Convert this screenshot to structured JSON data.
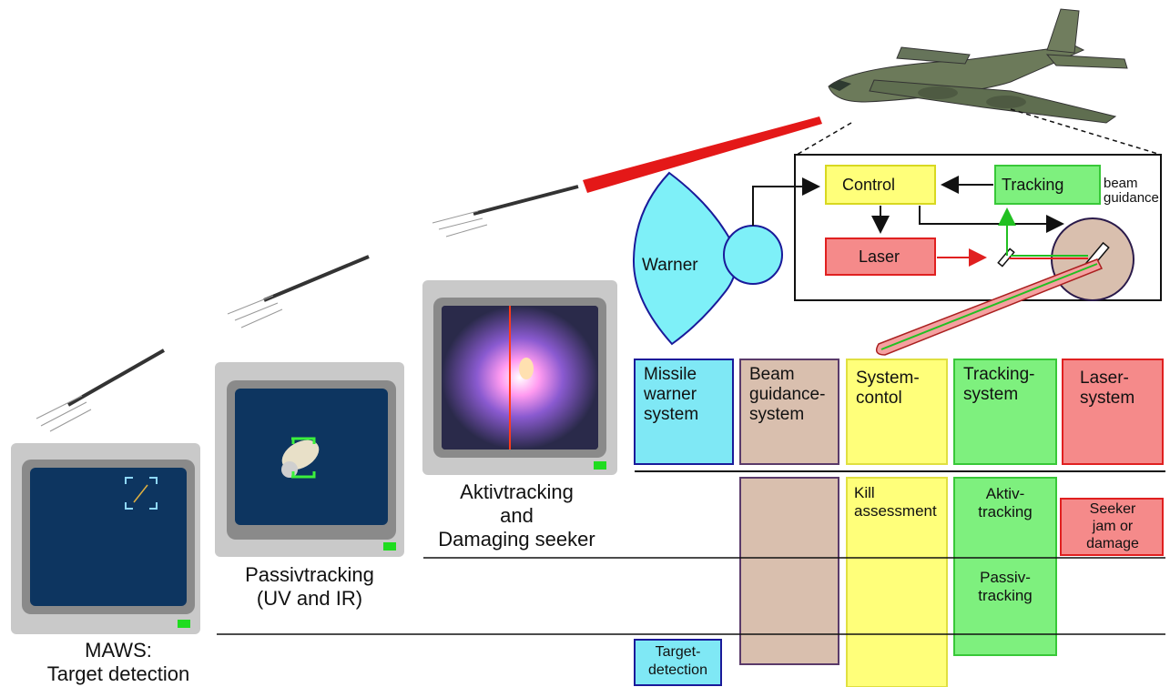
{
  "diagram": {
    "stages": [
      {
        "caption_line1": "MAWS:",
        "caption_line2": "Target detection"
      },
      {
        "caption_line1": "Passivtracking",
        "caption_line2": "(UV and IR)"
      },
      {
        "caption_line1": "Aktivtracking",
        "caption_line2": "and",
        "caption_line3": "Damaging seeker"
      }
    ],
    "schematic": {
      "warner": "Warner",
      "control": "Control",
      "tracking": "Tracking",
      "beam_guidance_line1": "beam",
      "beam_guidance_line2": "guidance",
      "laser": "Laser"
    },
    "systems": {
      "missile_warner": {
        "line1": "Missile",
        "line2": "warner",
        "line3": "system",
        "color": "#7fe8f5"
      },
      "beam_guidance": {
        "line1": "Beam",
        "line2": "guidance-",
        "line3": "system",
        "color": "#d9bfae"
      },
      "system_control": {
        "line1": "System-",
        "line2": "contol",
        "color": "#fafa72"
      },
      "tracking": {
        "line1": "Tracking-",
        "line2": "system",
        "color": "#7ef07e"
      },
      "laser": {
        "line1": "Laser-",
        "line2": "system",
        "color": "#f58a8a"
      }
    },
    "functions": {
      "kill_line1": "Kill",
      "kill_line2": "assessment",
      "aktiv_line1": "Aktiv-",
      "aktiv_line2": "tracking",
      "passiv_line1": "Passiv-",
      "passiv_line2": "tracking",
      "seeker_line1": "Seeker",
      "seeker_line2": "jam or",
      "seeker_line3": "damage",
      "target_line1": "Target-",
      "target_line2": "detection"
    }
  }
}
